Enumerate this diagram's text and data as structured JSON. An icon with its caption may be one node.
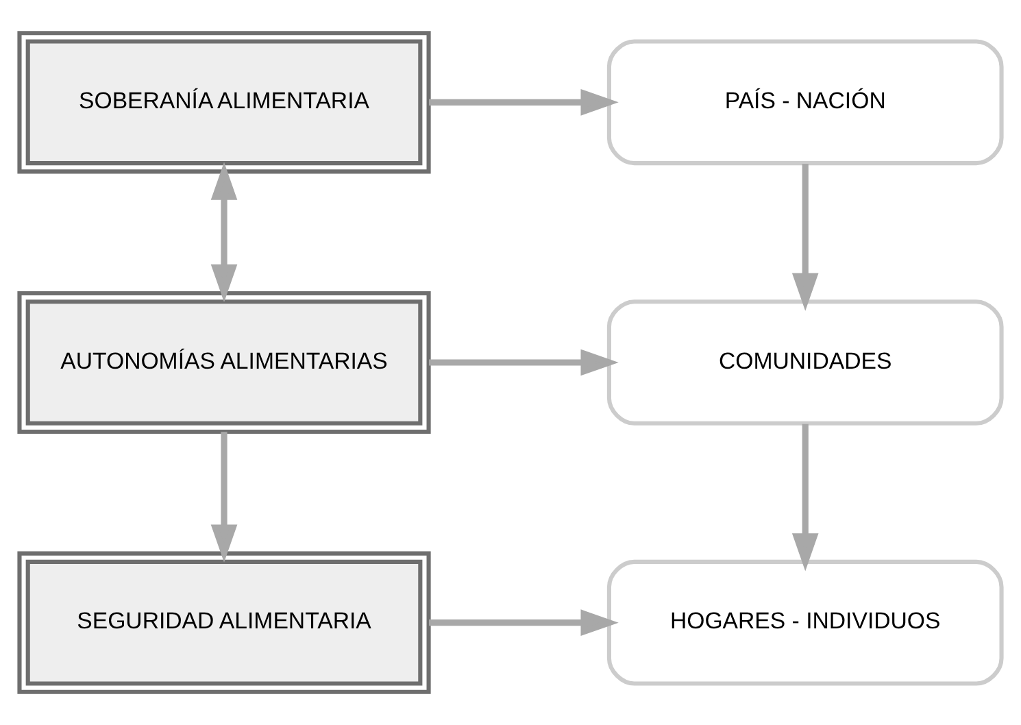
{
  "diagram": {
    "nodes": [
      {
        "text": [
          "SOBERANÍA ALIMENTARIA"
        ]
      },
      {
        "text": [
          "PAÍS - NACIÓN"
        ]
      },
      {
        "text": [
          "AUTONOMÍAS ALIMENTARIAS"
        ]
      },
      {
        "text": [
          "COMUNIDADES"
        ]
      },
      {
        "text": [
          "SEGURIDAD ALIMENTARIA"
        ]
      },
      {
        "text": [
          "HOGARES - INDIVIDUOS"
        ]
      }
    ],
    "edges": [
      {
        "from": 0,
        "to": 1,
        "arrow": "to"
      },
      {
        "from": 0,
        "to": 2,
        "arrow": "both"
      },
      {
        "from": 1,
        "to": 3,
        "arrow": "to"
      },
      {
        "from": 2,
        "to": 3,
        "arrow": "to"
      },
      {
        "from": 2,
        "to": 4,
        "arrow": "to"
      },
      {
        "from": 3,
        "to": 5,
        "arrow": "to"
      },
      {
        "from": 4,
        "to": 5,
        "arrow": "to"
      }
    ]
  }
}
